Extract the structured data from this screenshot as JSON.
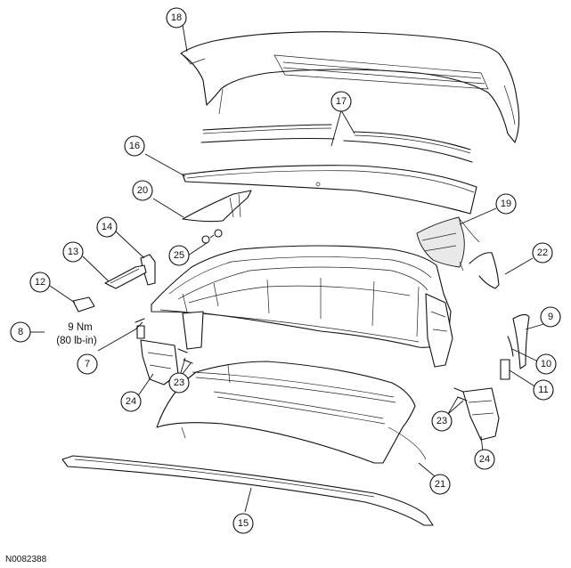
{
  "figure_id": "N0082388",
  "torque_spec": {
    "value": "9 Nm",
    "alt": "(80 lb-in)"
  },
  "callouts": {
    "c7": "7",
    "c8": "8",
    "c9": "9",
    "c10": "10",
    "c11": "11",
    "c12": "12",
    "c13": "13",
    "c14": "14",
    "c15": "15",
    "c16": "16",
    "c17": "17",
    "c18": "18",
    "c19": "19",
    "c20": "20",
    "c21": "21",
    "c22": "22",
    "c23a": "23",
    "c23b": "23",
    "c24a": "24",
    "c24b": "24",
    "c25": "25"
  }
}
